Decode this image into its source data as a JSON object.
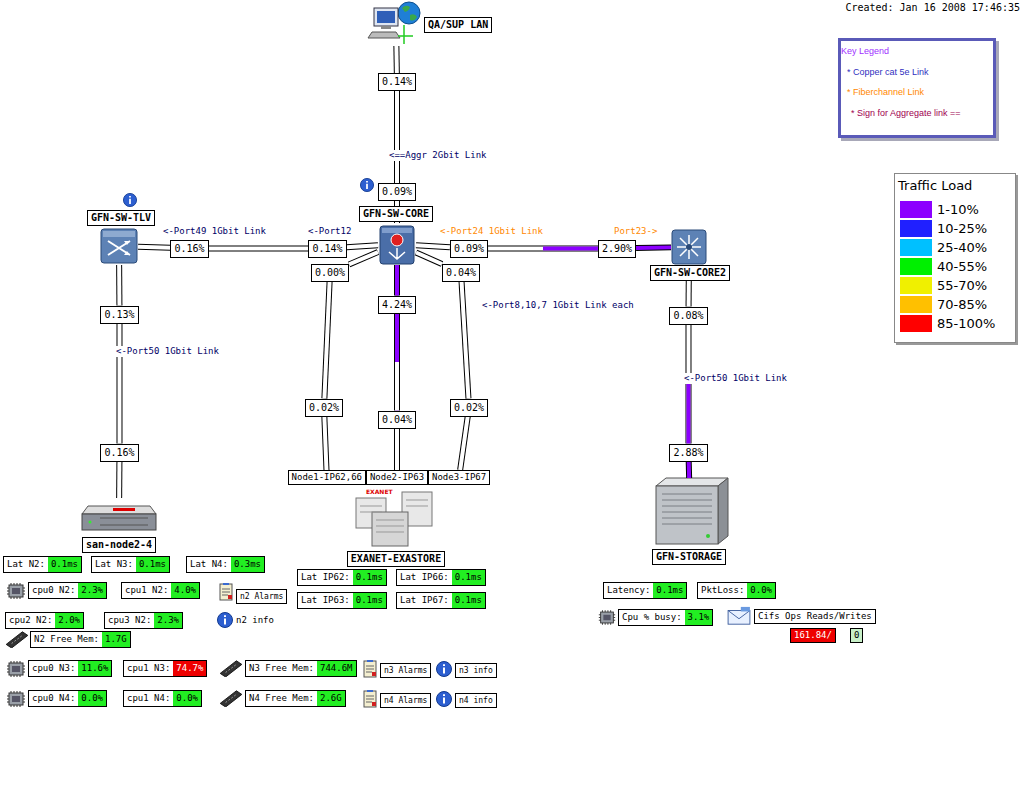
{
  "diagram": {
    "nodes": [
      {
        "text": [
          "QA/SUP LAN"
        ]
      },
      {
        "text": [
          "0.14%"
        ]
      },
      {
        "text": [
          "0.09%"
        ]
      },
      {
        "text": [
          "GFN-SW-TLV"
        ]
      },
      {
        "text": [
          "GFN-SW-CORE"
        ]
      },
      {
        "text": [
          "0.16%"
        ]
      },
      {
        "text": [
          "0.14%"
        ]
      },
      {
        "text": [
          "0.09%"
        ]
      },
      {
        "text": [
          "2.90%"
        ]
      },
      {
        "text": [
          "GFN-SW-CORE2"
        ]
      },
      {
        "text": [
          "0.00%"
        ]
      },
      {
        "text": [
          "4.24%"
        ]
      },
      {
        "text": [
          "0.04%"
        ]
      },
      {
        "text": [
          "0.13%"
        ]
      },
      {
        "text": [
          "0.08%"
        ]
      },
      {
        "text": [
          "0.02%"
        ]
      },
      {
        "text": [
          "0.04%"
        ]
      },
      {
        "text": [
          "0.02%"
        ]
      },
      {
        "text": [
          "0.16%"
        ]
      },
      {
        "text": [
          "2.88%"
        ]
      },
      {
        "text": [
          "Node1-IP62,66"
        ]
      },
      {
        "text": [
          "Node2-IP63"
        ]
      },
      {
        "text": [
          "Node3-IP67"
        ]
      },
      {
        "text": [
          "san-node2-4"
        ]
      },
      {
        "text": [
          "EXANET-EXASTORE"
        ]
      },
      {
        "text": [
          "GFN-STORAGE"
        ]
      },
      {
        "text": [
          "Lat N2:",
          "0.1ms"
        ]
      },
      {
        "text": [
          "Lat N3:",
          "0.1ms"
        ]
      },
      {
        "text": [
          "Lat N4:",
          "0.3ms"
        ]
      },
      {
        "text": [
          "Lat IP62:",
          "0.1ms"
        ]
      },
      {
        "text": [
          "Lat IP66:",
          "0.1ms"
        ]
      },
      {
        "text": [
          "Latency:",
          "0.1ms"
        ]
      },
      {
        "text": [
          "PktLoss:",
          "0.0%"
        ]
      },
      {
        "text": [
          "cpu0 N2:",
          "2.3%"
        ]
      },
      {
        "text": [
          "cpu1 N2:",
          "4.0%"
        ]
      },
      {
        "text": [
          "n2 Alarms"
        ]
      },
      {
        "text": [
          "Lat IP63:",
          "0.1ms"
        ]
      },
      {
        "text": [
          "Lat IP67:",
          "0.1ms"
        ]
      },
      {
        "text": [
          "Cpu % busy:",
          "3.1%"
        ]
      },
      {
        "text": [
          "Cifs Ops Reads/Writes"
        ]
      },
      {
        "text": [
          "cpu2 N2:",
          "2.0%"
        ]
      },
      {
        "text": [
          "cpu3 N2:",
          "2.3%"
        ]
      },
      {
        "text": [
          "161.84/"
        ]
      },
      {
        "text": [
          "0"
        ]
      },
      {
        "text": [
          "N2 Free Mem:",
          "1.7G"
        ]
      },
      {
        "text": [
          "cpu0 N3:",
          "11.6%"
        ]
      },
      {
        "text": [
          "cpu1 N3:",
          "74.7%"
        ]
      },
      {
        "text": [
          "N3 Free Mem:",
          "744.6M"
        ]
      },
      {
        "text": [
          "n3 Alarms"
        ]
      },
      {
        "text": [
          "n3 info"
        ]
      },
      {
        "text": [
          "cpu0 N4:",
          "0.0%"
        ]
      },
      {
        "text": [
          "cpu1 N4:",
          "0.0%"
        ]
      },
      {
        "text": [
          "N4 Free Mem:",
          "2.6G"
        ]
      },
      {
        "text": [
          "n4 Alarms"
        ]
      },
      {
        "text": [
          "n4 info"
        ]
      }
    ],
    "edges": [
      {
        "from": 0,
        "to": 1,
        "arrow": "none"
      },
      {
        "from": 1,
        "to": 2,
        "label": "<==Aggr 2Gbit Link",
        "arrow": "none"
      },
      {
        "from": 2,
        "to": 4,
        "arrow": "none"
      },
      {
        "from": 3,
        "to": 5,
        "arrow": "none"
      },
      {
        "from": 5,
        "to": 6,
        "arrow": "none"
      },
      {
        "from": 6,
        "to": 4,
        "arrow": "none"
      },
      {
        "from": 4,
        "to": 7,
        "arrow": "none"
      },
      {
        "from": 7,
        "to": 8,
        "arrow": "none"
      },
      {
        "from": 8,
        "to": 9,
        "arrow": "none"
      },
      {
        "from": 3,
        "to": 13,
        "arrow": "none"
      },
      {
        "from": 13,
        "to": 18,
        "label": "<-Port50 1Gbit Link",
        "arrow": "none"
      },
      {
        "from": 18,
        "to": 23,
        "arrow": "none"
      },
      {
        "from": 4,
        "to": 10,
        "arrow": "none"
      },
      {
        "from": 10,
        "to": 15,
        "arrow": "none"
      },
      {
        "from": 15,
        "to": 20,
        "arrow": "none"
      },
      {
        "from": 4,
        "to": 11,
        "arrow": "none"
      },
      {
        "from": 11,
        "to": 16,
        "arrow": "none"
      },
      {
        "from": 16,
        "to": 21,
        "arrow": "none"
      },
      {
        "from": 4,
        "to": 12,
        "arrow": "none"
      },
      {
        "from": 12,
        "to": 17,
        "label": "<-Port8,10,7 1Gbit Link each",
        "arrow": "none"
      },
      {
        "from": 17,
        "to": 22,
        "arrow": "none"
      },
      {
        "from": 9,
        "to": 14,
        "arrow": "none"
      },
      {
        "from": 14,
        "to": 19,
        "label": "<-Port50 1Gbit Link",
        "arrow": "none"
      },
      {
        "from": 19,
        "to": 25,
        "arrow": "none"
      }
    ],
    "labels": [
      "Created: Jan 16 2008 17:46:35",
      "Key Legend",
      "Traffic Load",
      "<-Port49 1Gbit Link",
      "<-Port12",
      "<-Port24 1Gbit Link",
      "Port23->",
      "n2 info",
      "EXANET"
    ],
    "legend": [
      {
        "text": "* Copper cat 5e Link"
      },
      {
        "text": "* Fiberchannel Link"
      },
      {
        "text": "* Sign for Aggregate link =="
      },
      {
        "text": "1-10%",
        "color": "#8c00ff"
      },
      {
        "text": "10-25%",
        "color": "#2020ff"
      },
      {
        "text": "25-40%",
        "color": "#00c0ff"
      },
      {
        "text": "40-55%",
        "color": "#00f000"
      },
      {
        "text": "55-70%",
        "color": "#f0f000"
      },
      {
        "text": "70-85%",
        "color": "#ffc000"
      },
      {
        "text": "85-100%",
        "color": "#ff0000"
      }
    ]
  }
}
